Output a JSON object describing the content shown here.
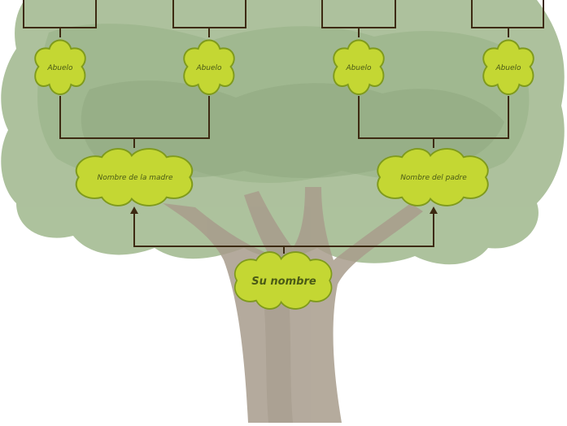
{
  "nodes": {
    "grand1": "Abuelo",
    "grand2": "Abuelo",
    "grand3": "Abuelo",
    "grand4": "Abuelo",
    "mother": "Nombre de la madre",
    "father": "Nombre del padre",
    "self": "Su nombre"
  },
  "colors": {
    "cloud_fill": "#c4d733",
    "cloud_stroke": "#7f9a1c",
    "text": "#4a5a16",
    "connector": "#3d2a12",
    "foliage": "#8fa979",
    "trunk": "#a09485"
  }
}
